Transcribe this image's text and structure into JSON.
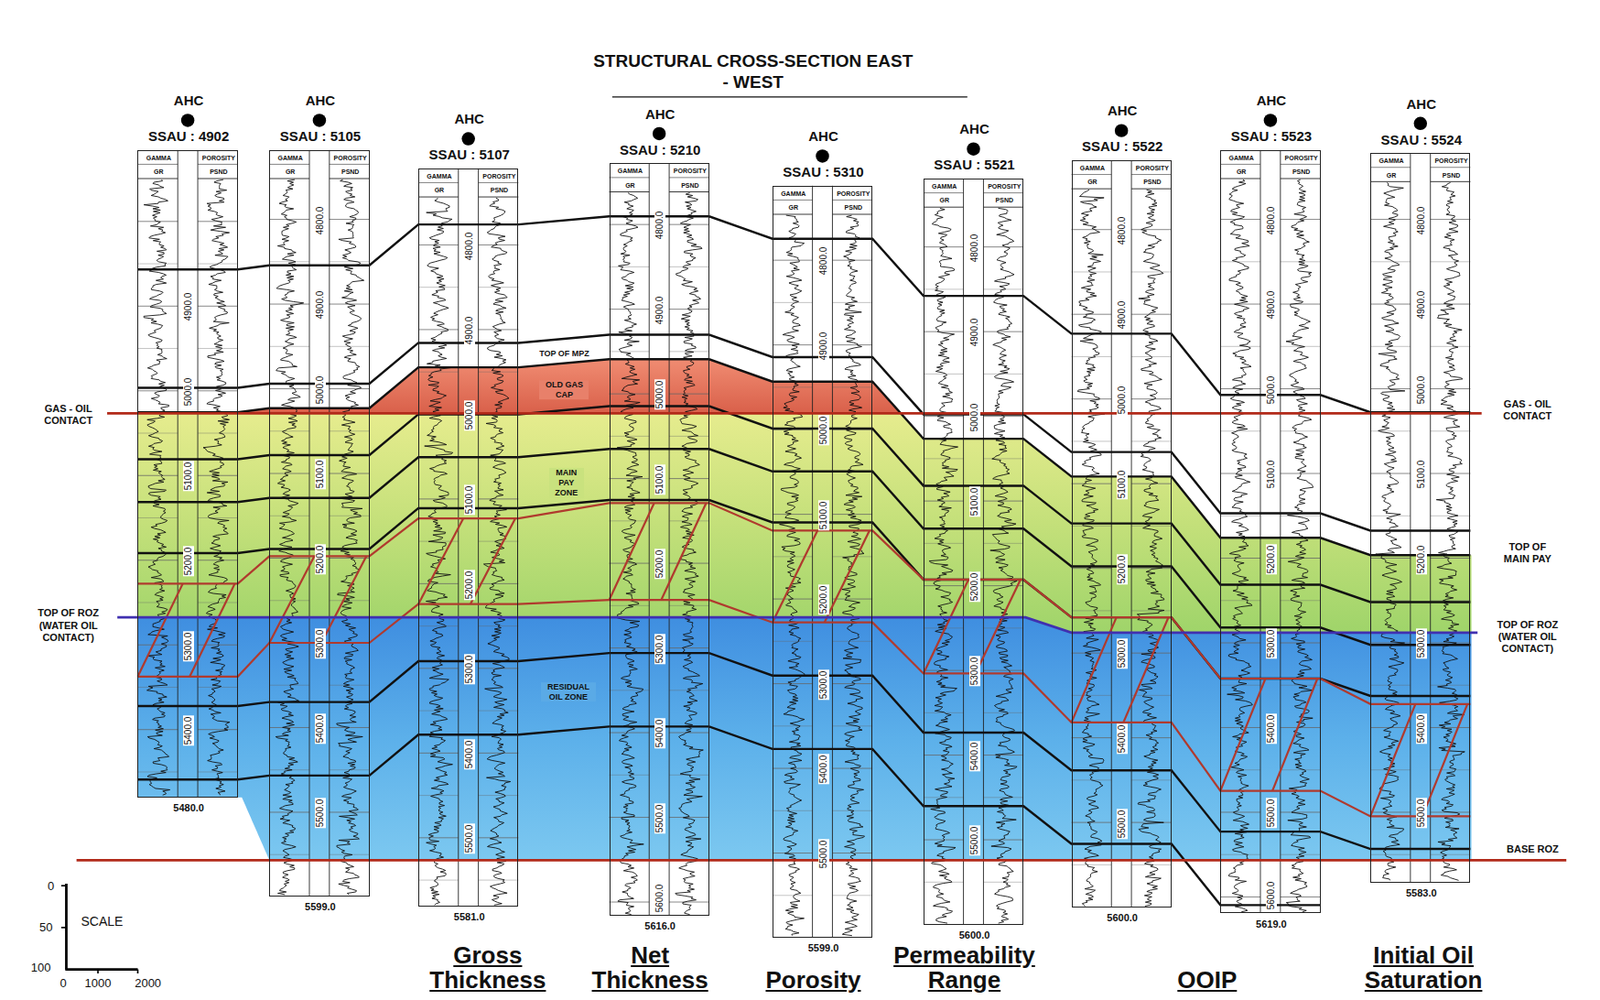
{
  "diagram": {
    "title": "STRUCTURAL CROSS-SECTION EAST - WEST",
    "nodes": [
      {
        "text": [
          "AHC",
          "SSAU : 4902",
          "GAMMA",
          "GR",
          "POROSITY",
          "PSND",
          "4900.0",
          "5000.0",
          "5100.0",
          "5200.0",
          "5300.0",
          "5400.0",
          "5480.0"
        ]
      },
      {
        "text": [
          "AHC",
          "SSAU : 5105",
          "GAMMA",
          "GR",
          "POROSITY",
          "PSND",
          "4800.0",
          "4900.0",
          "5000.0",
          "5100.0",
          "5200.0",
          "5300.0",
          "5400.0",
          "5500.0",
          "5599.0"
        ]
      },
      {
        "text": [
          "AHC",
          "SSAU : 5107",
          "GAMMA",
          "GR",
          "POROSITY",
          "PSND",
          "4800.0",
          "4900.0",
          "5000.0",
          "5100.0",
          "5200.0",
          "5300.0",
          "5400.0",
          "5500.0",
          "5581.0"
        ]
      },
      {
        "text": [
          "AHC",
          "SSAU : 5210",
          "GAMMA",
          "GR",
          "POROSITY",
          "PSND",
          "4800.0",
          "4900.0",
          "5000.0",
          "5100.0",
          "5200.0",
          "5300.0",
          "5400.0",
          "5500.0",
          "5600.0",
          "5616.0"
        ]
      },
      {
        "text": [
          "AHC",
          "SSAU : 5310",
          "GAMMA",
          "GR",
          "POROSITY",
          "PSND",
          "4800.0",
          "4900.0",
          "5000.0",
          "5100.0",
          "5200.0",
          "5300.0",
          "5400.0",
          "5500.0",
          "5599.0"
        ]
      },
      {
        "text": [
          "AHC",
          "SSAU : 5521",
          "GAMMA",
          "GR",
          "POROSITY",
          "PSND",
          "4800.0",
          "4900.0",
          "5000.0",
          "5100.0",
          "5200.0",
          "5300.0",
          "5400.0",
          "5500.0",
          "5600.0"
        ]
      },
      {
        "text": [
          "AHC",
          "SSAU : 5522",
          "GAMMA",
          "GR",
          "POROSITY",
          "PSND",
          "4800.0",
          "4900.0",
          "5000.0",
          "5100.0",
          "5200.0",
          "5300.0",
          "5400.0",
          "5500.0",
          "5600.0"
        ]
      },
      {
        "text": [
          "AHC",
          "SSAU : 5523",
          "GAMMA",
          "GR",
          "POROSITY",
          "PSND",
          "4800.0",
          "4900.0",
          "5000.0",
          "5100.0",
          "5200.0",
          "5300.0",
          "5400.0",
          "5500.0",
          "5600.0",
          "5619.0"
        ]
      },
      {
        "text": [
          "AHC",
          "SSAU : 5524",
          "GAMMA",
          "GR",
          "POROSITY",
          "PSND",
          "4800.0",
          "4900.0",
          "5000.0",
          "5100.0",
          "5200.0",
          "5300.0",
          "5400.0",
          "5500.0",
          "5583.0"
        ]
      }
    ],
    "labels": [
      "TOP OF MPZ",
      "OLD GAS CAP",
      "MAIN PAY ZONE",
      "RESIDUAL OIL ZONE",
      "GAS - OIL CONTACT",
      "GAS - OIL CONTACT",
      "TOP OF ROZ (WATER OIL CONTACT)",
      "TOP OF MAIN PAY",
      "TOP OF ROZ (WATER OIL CONTACT)",
      "BASE ROZ",
      "SCALE",
      "0",
      "50",
      "100",
      "0",
      "1000",
      "2000",
      "Gross Thickness",
      "Net Thickness",
      "Porosity",
      "Permeability Range",
      "OOIP",
      "Initial Oil Saturation"
    ]
  }
}
